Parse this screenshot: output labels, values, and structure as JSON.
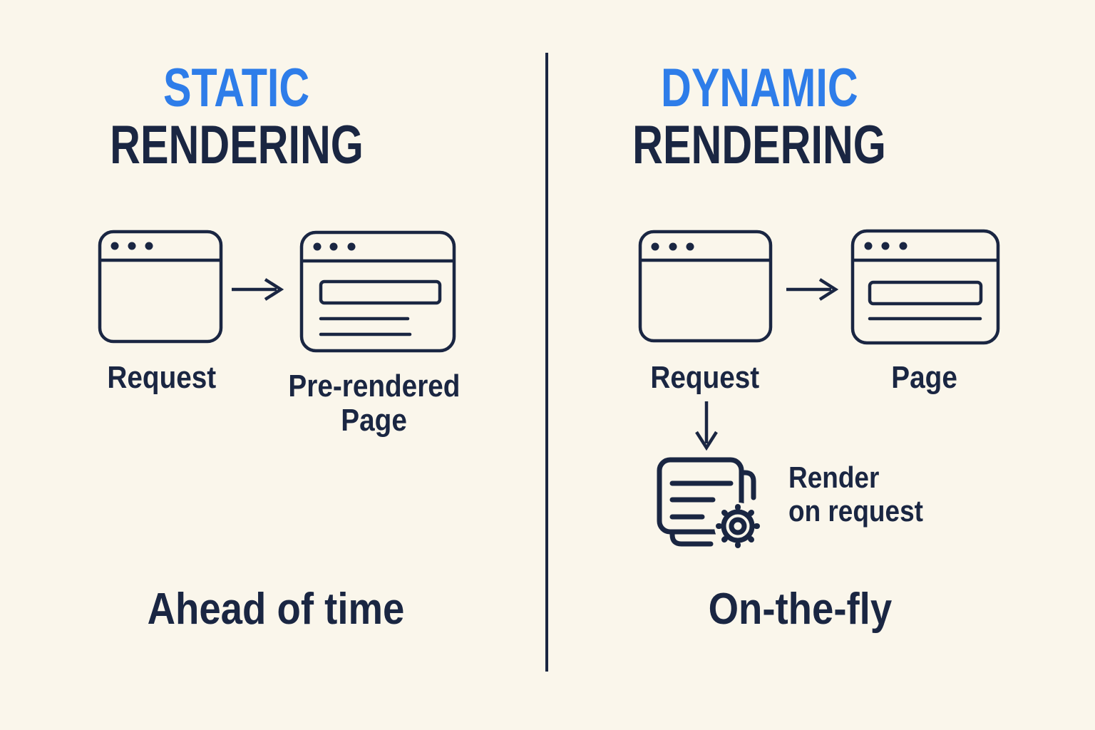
{
  "page": {
    "background": "#FAF6EB",
    "ink": "#1A2642",
    "accent": "#2E7DE9"
  },
  "left_panel": {
    "title_accent": "STATIC",
    "title_rest": "RENDERING",
    "request_label": "Request",
    "result_label_line1": "Pre-rendered",
    "result_label_line2": "Page",
    "timing_label": "Ahead of time"
  },
  "right_panel": {
    "title_accent": "DYNAMIC",
    "title_rest": "RENDERING",
    "request_label": "Request",
    "result_label": "Page",
    "process_label_line1": "Render",
    "process_label_line2": "on request",
    "timing_label": "On-the-fly"
  },
  "icons": {
    "left_request": "browser-window-icon",
    "left_flow": "arrow-right-icon",
    "left_result": "browser-window-content-icon",
    "right_request": "browser-window-icon",
    "right_flow": "arrow-right-icon",
    "right_result": "browser-window-content-icon",
    "right_down_flow": "arrow-down-icon",
    "right_process": "documents-gear-icon"
  }
}
